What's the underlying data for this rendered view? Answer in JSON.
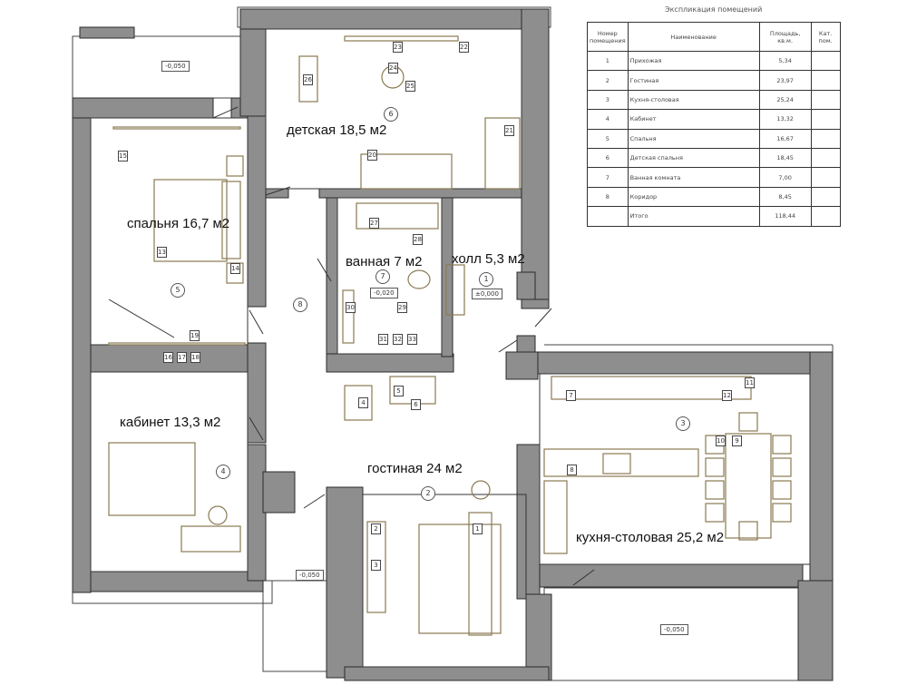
{
  "explication": {
    "caption": "Экспликация помещений",
    "headers": {
      "number": "Номер помещения",
      "name": "Наименование",
      "area": "Площадь, кв.м.",
      "category": "Кат. пом."
    },
    "rows": [
      {
        "num": "1",
        "name": "Прихожая",
        "area": "5,34"
      },
      {
        "num": "2",
        "name": "Гостиная",
        "area": "23,97"
      },
      {
        "num": "3",
        "name": "Кухня-столовая",
        "area": "25,24"
      },
      {
        "num": "4",
        "name": "Кабинет",
        "area": "13,32"
      },
      {
        "num": "5",
        "name": "Спальня",
        "area": "16,67"
      },
      {
        "num": "6",
        "name": "Детская спальня",
        "area": "18,45"
      },
      {
        "num": "7",
        "name": "Ванная комната",
        "area": "7,00"
      },
      {
        "num": "8",
        "name": "Коридор",
        "area": "8,45"
      }
    ],
    "total": {
      "name": "Итого",
      "area": "118,44"
    }
  },
  "rooms": {
    "kids": {
      "label": "детская 18,5 м2",
      "num": "6"
    },
    "bedroom": {
      "label": "спальня 16,7 м2",
      "num": "5"
    },
    "bath": {
      "label": "ванная 7 м2",
      "num": "7"
    },
    "hall": {
      "label": "холл 5,3 м2",
      "num": "1"
    },
    "corridor": {
      "num": "8"
    },
    "study": {
      "label": "кабинет 13,3 м2",
      "num": "4"
    },
    "living": {
      "label": "гостиная 24 м2",
      "num": "2"
    },
    "kitchen": {
      "label": "кухня-столовая 25,2 м2",
      "num": "3"
    }
  },
  "levels": {
    "balcony_top": "-0,050",
    "bath": "-0,020",
    "hall": "±0,000",
    "balcony_living": "-0,050",
    "balcony_kitchen": "-0,050"
  },
  "furniture_numbers": [
    "26",
    "23",
    "22",
    "24",
    "25",
    "21",
    "20",
    "15",
    "13",
    "14",
    "27",
    "28",
    "29",
    "30",
    "31",
    "32",
    "33",
    "19",
    "16",
    "17",
    "18",
    "5",
    "4",
    "6",
    "7",
    "11",
    "12",
    "10",
    "9",
    "8",
    "1",
    "2",
    "3"
  ],
  "colors": {
    "wall": "#8e8e8e",
    "wall_edge": "#2b2b2b",
    "furniture": "#8a7a52",
    "line": "#333333"
  }
}
